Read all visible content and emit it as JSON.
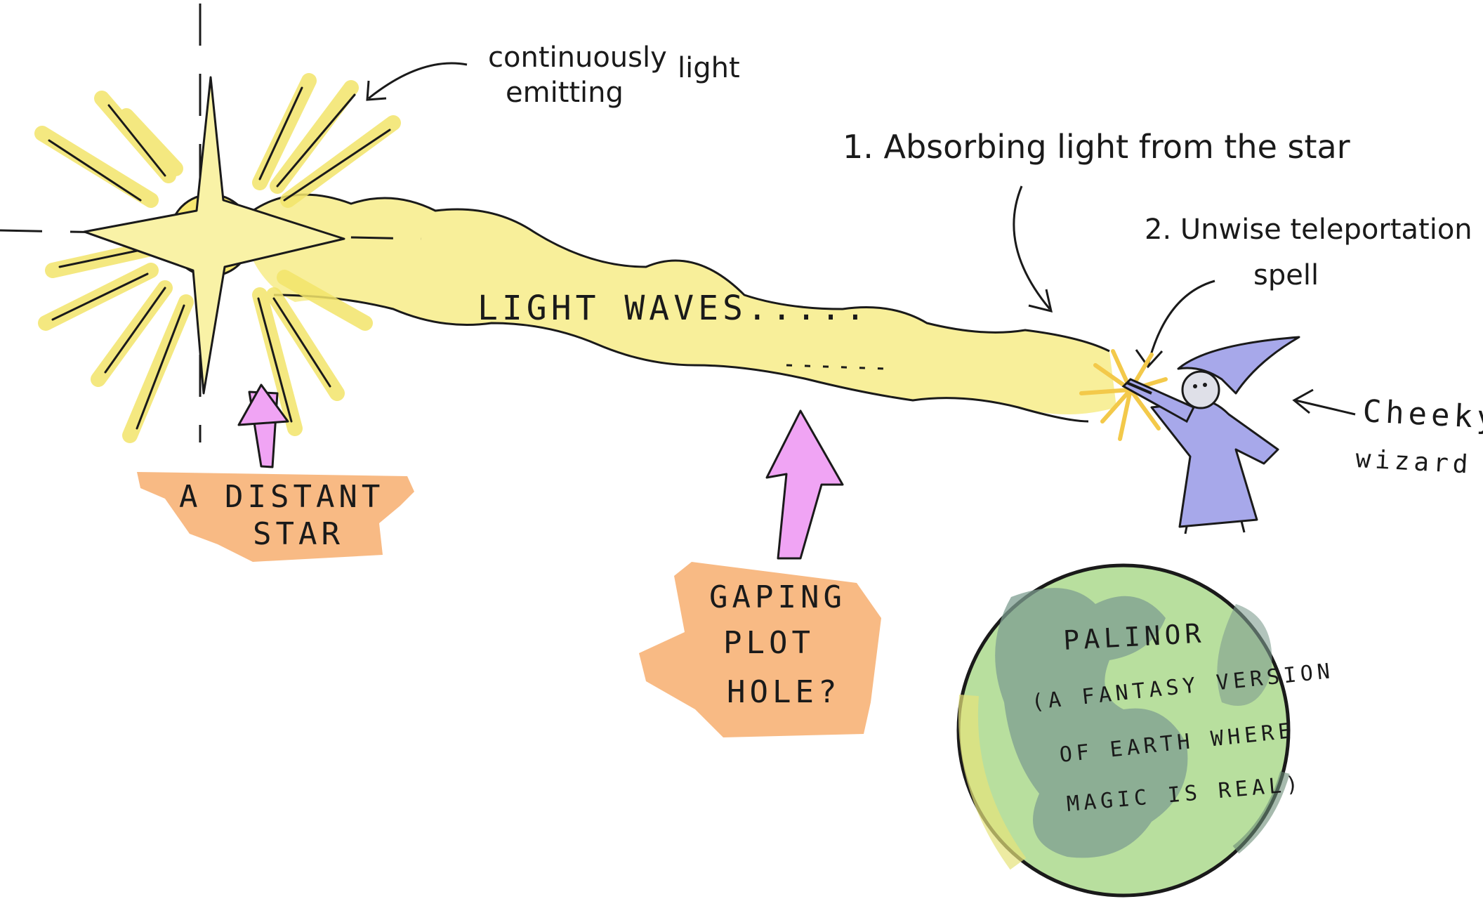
{
  "labels": {
    "emitting": {
      "line1": "continuously",
      "line2": "emitting",
      "line3": "light"
    },
    "absorbing": "1. Absorbing light from the star",
    "teleport": {
      "line1": "2. Unwise teleportation",
      "line2": "spell"
    },
    "wizard": {
      "line1": "Cheeky",
      "line2": "wizard"
    },
    "light_waves": "LIGHT WAVES.....",
    "star": {
      "line1": "A DISTANT",
      "line2": "STAR"
    },
    "plot_hole": {
      "line1": "GAPING",
      "line2": "PLOT",
      "line3": "HOLE?"
    },
    "planet": {
      "line1": "PALINOR",
      "line2": "(A FANTASY VERSION",
      "line3": "OF EARTH WHERE",
      "line4": "MAGIC IS REAL)"
    }
  },
  "colors": {
    "light_yellow": "#f8ef9a",
    "ray_yellow": "#f3e56a",
    "arrow_pink": "#f0a4f4",
    "tag_orange": "#f7b277",
    "wizard_blue": "#a7a8ea",
    "planet_green": "#b8df9e",
    "planet_dark": "#7e9d90",
    "ink": "#1a1a1a"
  }
}
